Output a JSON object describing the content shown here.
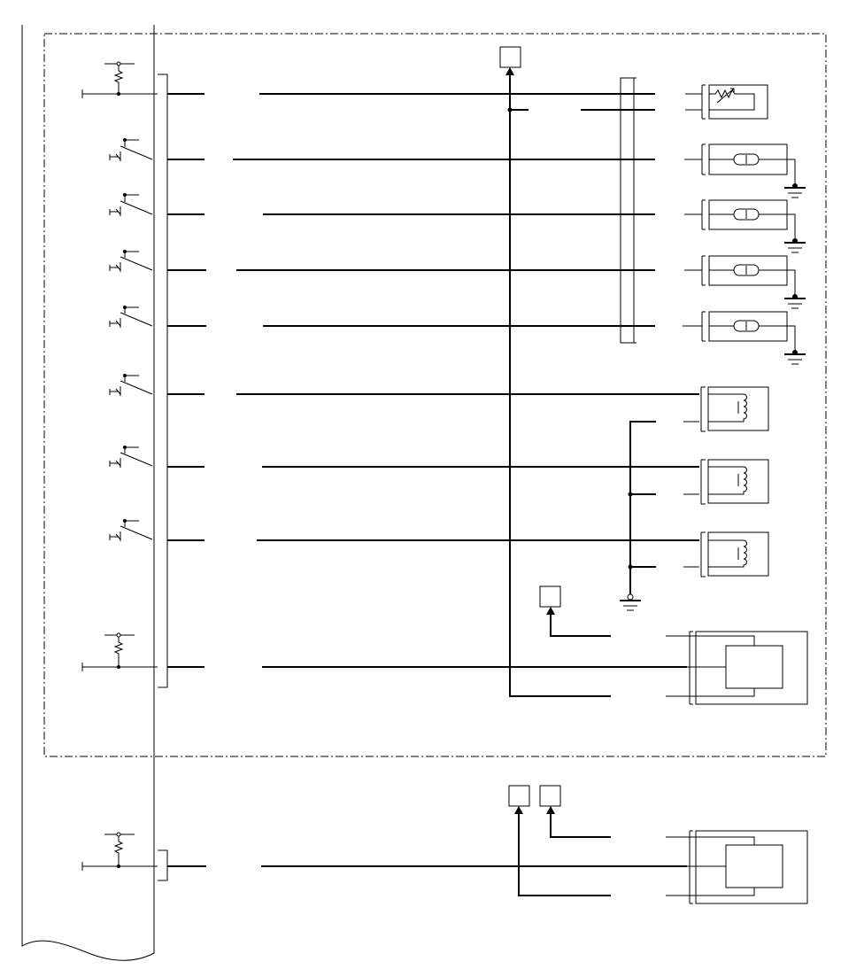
{
  "diagram": {
    "kind": "wiring-schematic",
    "colors": {
      "line": "#000000",
      "background": "#ffffff"
    },
    "labels": {},
    "components": [
      {
        "name": "ecu-module",
        "type": "control-unit"
      },
      {
        "name": "variable-resistor-sensor",
        "type": "sensor"
      },
      {
        "name": "injector-1",
        "type": "solenoid"
      },
      {
        "name": "injector-2",
        "type": "solenoid"
      },
      {
        "name": "injector-3",
        "type": "solenoid"
      },
      {
        "name": "injector-4",
        "type": "solenoid"
      },
      {
        "name": "ignition-coil-1",
        "type": "coil"
      },
      {
        "name": "ignition-coil-2",
        "type": "coil"
      },
      {
        "name": "ignition-coil-3",
        "type": "coil"
      },
      {
        "name": "actuator-unit-upper",
        "type": "actuator"
      },
      {
        "name": "actuator-unit-lower",
        "type": "actuator"
      }
    ]
  }
}
